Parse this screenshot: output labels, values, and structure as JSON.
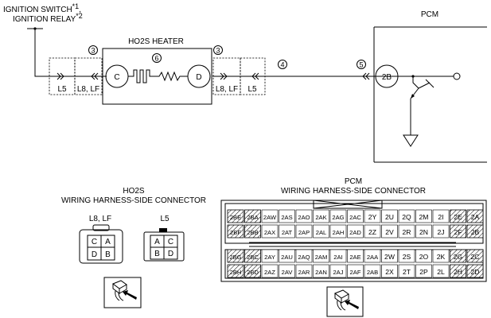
{
  "diagram": {
    "ignition": {
      "line1": "IGNITION SWITCH",
      "sup1": "*1",
      "comma": ",",
      "line2": "IGNITION RELAY",
      "sup2": "*2"
    },
    "heater_label": "HO2S HEATER",
    "pcm_label": "PCM",
    "circle_c": "C",
    "circle_d": "D",
    "pcm_terminal": "2B",
    "callout_3": "3",
    "callout_4": "4",
    "callout_5": "5",
    "callout_6": "6",
    "box_l5": "L5",
    "box_l8lf": "L8, LF"
  },
  "ho2s_connector": {
    "title1": "HO2S",
    "title2": "WIRING HARNESS-SIDE CONNECTOR",
    "variant1_label": "L8, LF",
    "variant2_label": "L5",
    "v1_pins": [
      "C",
      "A",
      "D",
      "B"
    ],
    "v2_pins": [
      "A",
      "C",
      "B",
      "D"
    ]
  },
  "pcm_connector": {
    "title1": "PCM",
    "title2": "WIRING HARNESS-SIDE CONNECTOR",
    "upper_row1": [
      "2BE",
      "2BA",
      "2AW",
      "2AS",
      "2AO",
      "2AK",
      "2AG",
      "2AC",
      "2Y",
      "2U",
      "2Q",
      "2M",
      "2I",
      "2E",
      "2A"
    ],
    "upper_row2": [
      "2BF",
      "2BB",
      "2AX",
      "2AT",
      "2AP",
      "2AL",
      "2AH",
      "2AD",
      "2Z",
      "2V",
      "2R",
      "2N",
      "2J",
      "2F",
      "2B"
    ],
    "lower_row1": [
      "2BG",
      "2BC",
      "2AY",
      "2AU",
      "2AQ",
      "2AM",
      "2AI",
      "2AE",
      "2AA",
      "2W",
      "2S",
      "2O",
      "2K",
      "2G",
      "2C"
    ],
    "lower_row2": [
      "2BH",
      "2BD",
      "2AZ",
      "2AV",
      "2AR",
      "2AN",
      "2AJ",
      "2AF",
      "2AB",
      "2X",
      "2T",
      "2P",
      "2L",
      "2H",
      "2D"
    ]
  }
}
